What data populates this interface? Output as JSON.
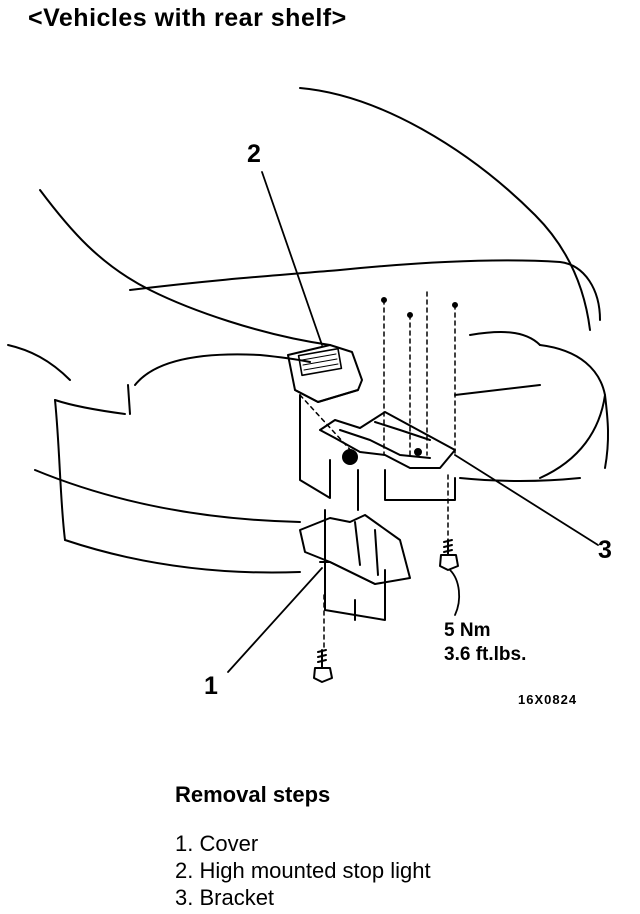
{
  "title": "<Vehicles with rear shelf>",
  "callouts": [
    {
      "id": "1",
      "label": "1"
    },
    {
      "id": "2",
      "label": "2"
    },
    {
      "id": "3",
      "label": "3"
    }
  ],
  "torque": {
    "nm": "5 Nm",
    "ftlbs": "3.6 ft.lbs."
  },
  "figure_code": "16X0824",
  "removal": {
    "heading": "Removal steps",
    "steps": [
      "1. Cover",
      "2. High mounted stop light",
      "3. Bracket"
    ]
  }
}
